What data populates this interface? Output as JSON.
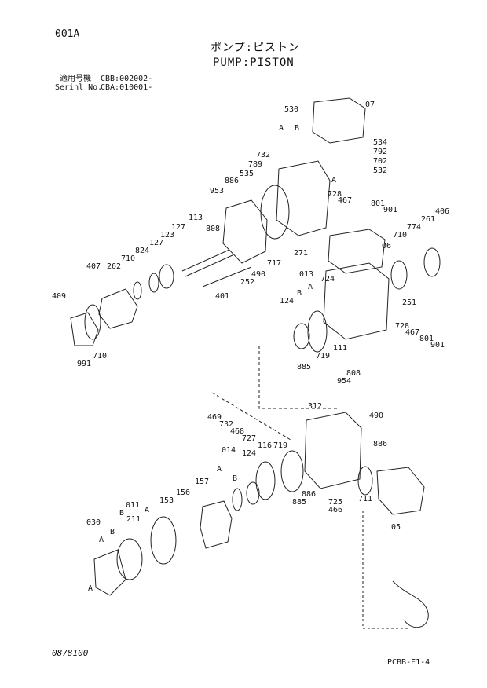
{
  "page_code": "001A",
  "title_jp": "ポンプ:ピストン",
  "title_en": "PUMP:PISTON",
  "applicable_model_label": "適用号機",
  "applicable_model_value": "CBB:002002-",
  "serial_label": "Serinl No.",
  "serial_value": "CBA:010001-",
  "footer_left": "0878100",
  "footer_right": "PCBB-E1-4",
  "labels": [
    "530",
    "A",
    "B",
    "07",
    "534",
    "792",
    "702",
    "532",
    "732",
    "789",
    "535",
    "886",
    "A",
    "953",
    "728",
    "467",
    "801",
    "901",
    "406",
    "808",
    "113",
    "127",
    "123",
    "127",
    "824",
    "710",
    "262",
    "407",
    "409",
    "991",
    "710",
    "261",
    "774",
    "710",
    "06",
    "271",
    "252",
    "717",
    "490",
    "401",
    "013",
    "724",
    "B",
    "A",
    "251",
    "124",
    "111",
    "719",
    "885",
    "728",
    "467",
    "801",
    "901",
    "808",
    "954",
    "312",
    "490",
    "469",
    "732",
    "468",
    "727",
    "886",
    "014",
    "A",
    "B",
    "116",
    "719",
    "124",
    "157",
    "711",
    "05",
    "886",
    "885",
    "725",
    "466",
    "153",
    "156",
    "011",
    "B",
    "A",
    "030",
    "B",
    "211",
    "A",
    "A"
  ]
}
